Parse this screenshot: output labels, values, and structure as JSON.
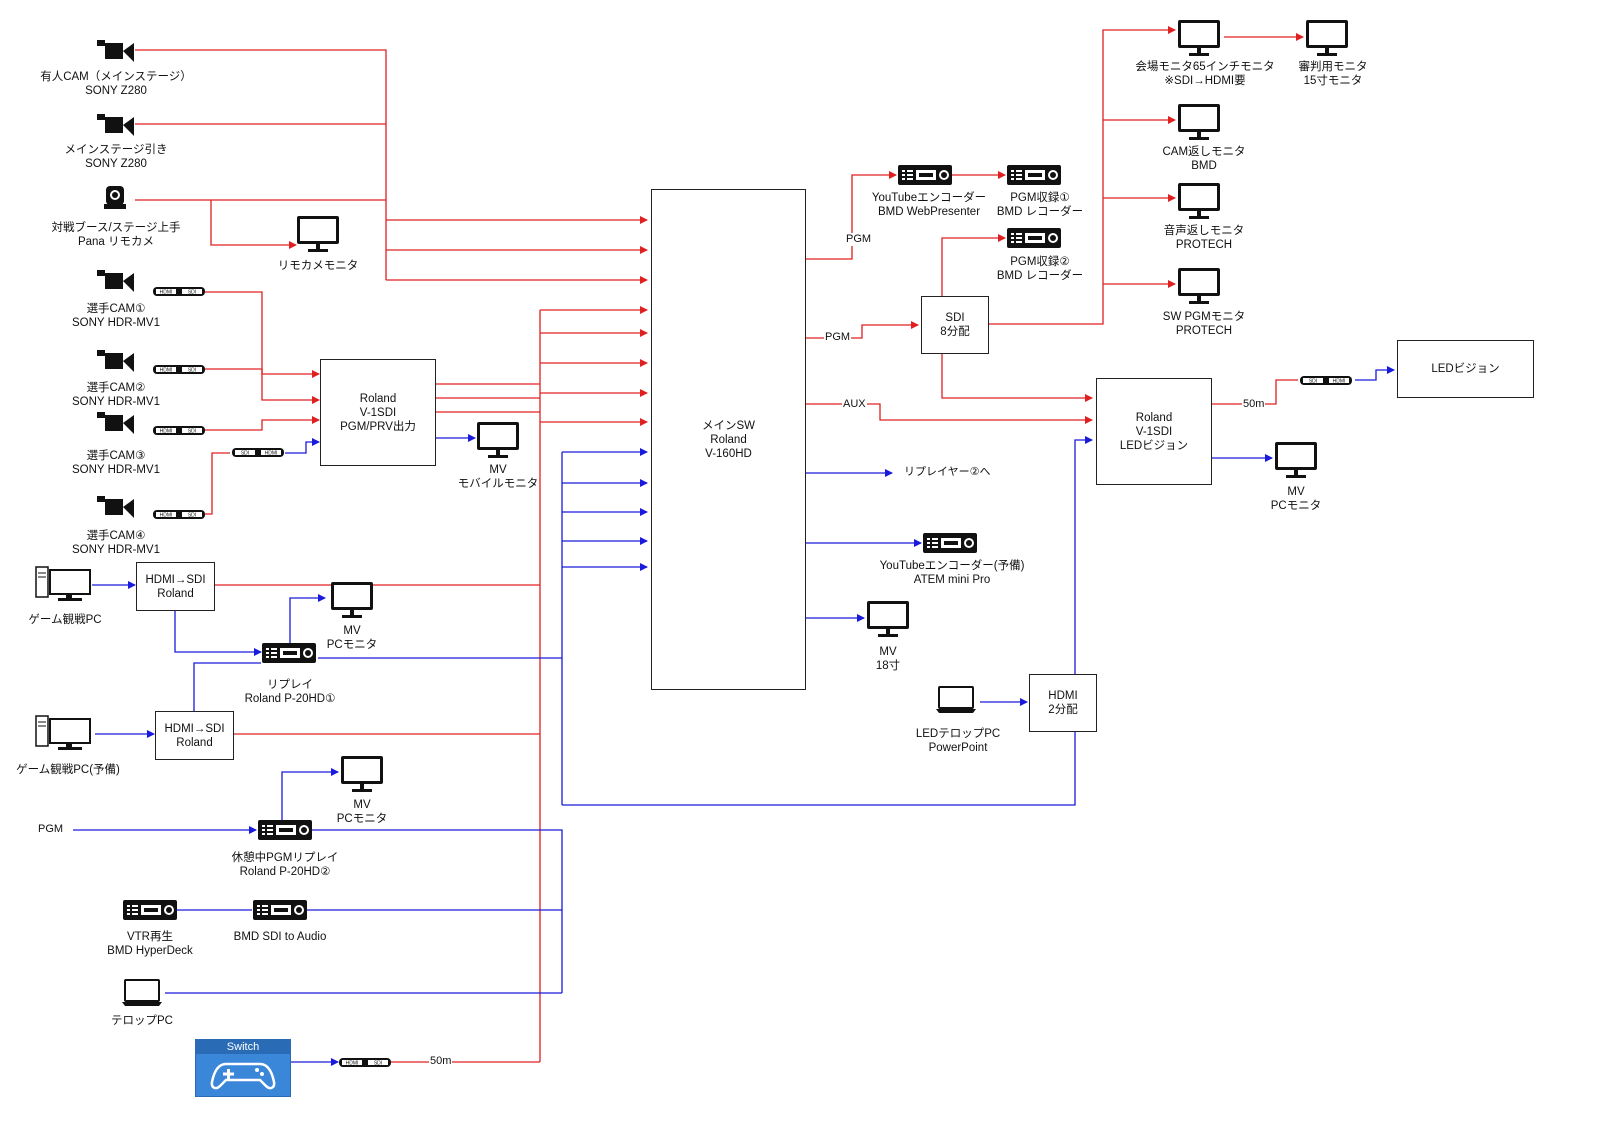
{
  "colors": {
    "sdi_line": "#e02020",
    "hdmi_line": "#1a1adc",
    "box_border": "#222222"
  },
  "sources": {
    "cam_main": [
      "有人CAM（メインステージ）",
      "SONY Z280"
    ],
    "cam_wide": [
      "メインステージ引き",
      "SONY Z280"
    ],
    "ptz_cam": [
      "対戦ブース/ステージ上手",
      "Pana リモカメ"
    ],
    "ptz_monitor": "リモカメモニタ",
    "player_cam1": [
      "選手CAM①",
      "SONY HDR-MV1"
    ],
    "player_cam2": [
      "選手CAM②",
      "SONY HDR-MV1"
    ],
    "player_cam3": [
      "選手CAM③",
      "SONY HDR-MV1"
    ],
    "player_cam4": [
      "選手CAM④",
      "SONY HDR-MV1"
    ],
    "game_pc": "ゲーム観戦PC",
    "game_pc_spare": "ゲーム観戦PC(予備)",
    "replay1": [
      "リプレイ",
      "Roland P-20HD①"
    ],
    "pgm_input": "PGM",
    "replay2": [
      "休憩中PGMリプレイ",
      "Roland P-20HD②"
    ],
    "vtr": [
      "VTR再生",
      "BMD HyperDeck"
    ],
    "sdi_audio": "BMD SDI to Audio",
    "telop_pc": "テロップPC",
    "switch_title": "Switch",
    "switch_len": "50m"
  },
  "converters": {
    "hdmi_sdi_label": "HDMI",
    "sdi_label": "SDI",
    "conv1": [
      "HDMI→SDI",
      "Roland"
    ],
    "conv2": [
      "HDMI→SDI",
      "Roland"
    ]
  },
  "boxes": {
    "v1sdi_pgm": [
      "Roland",
      "V-1SDI",
      "PGM/PRV出力"
    ],
    "main_sw": [
      "メインSW",
      "Roland",
      "V-160HD"
    ],
    "sdi_split": [
      "SDI",
      "8分配"
    ],
    "v1sdi_led": [
      "Roland",
      "V-1SDI",
      "LEDビジョン"
    ],
    "hdmi_split": [
      "HDMI",
      "2分配"
    ],
    "led_vision": "LEDビジョン"
  },
  "monitors": {
    "mv_mobile": [
      "MV",
      "モバイルモニタ"
    ],
    "mv_pc1": [
      "MV",
      "PCモニタ"
    ],
    "mv_pc2": [
      "MV",
      "PCモニタ"
    ],
    "mv_18": [
      "MV",
      "18寸"
    ],
    "venue65": [
      "会場モニタ65インチモニタ",
      "※SDI→HDMI要"
    ],
    "judge15": [
      "審判用モニタ",
      "15寸モニタ"
    ],
    "cam_return": [
      "CAM返しモニタ",
      "BMD"
    ],
    "audio_return": [
      "音声返しモニタ",
      "PROTECH"
    ],
    "sw_pgm": [
      "SW PGMモニタ",
      "PROTECH"
    ],
    "mv_pc_led": [
      "MV",
      "PCモニタ"
    ]
  },
  "outputs": {
    "yt_enc": [
      "YouTubeエンコーダー",
      "BMD WebPresenter"
    ],
    "rec1": [
      "PGM収録①",
      "BMD レコーダー"
    ],
    "rec2": [
      "PGM収録②",
      "BMD レコーダー"
    ],
    "replayer2": "リプレイヤー②へ",
    "yt_enc_spare": [
      "YouTubeエンコーダー(予備)",
      "ATEM mini Pro"
    ],
    "led_pc": [
      "LEDテロップPC",
      "PowerPoint"
    ]
  },
  "line_labels": {
    "pgm1": "PGM",
    "pgm2": "PGM",
    "aux": "AUX",
    "len_led": "50m"
  }
}
